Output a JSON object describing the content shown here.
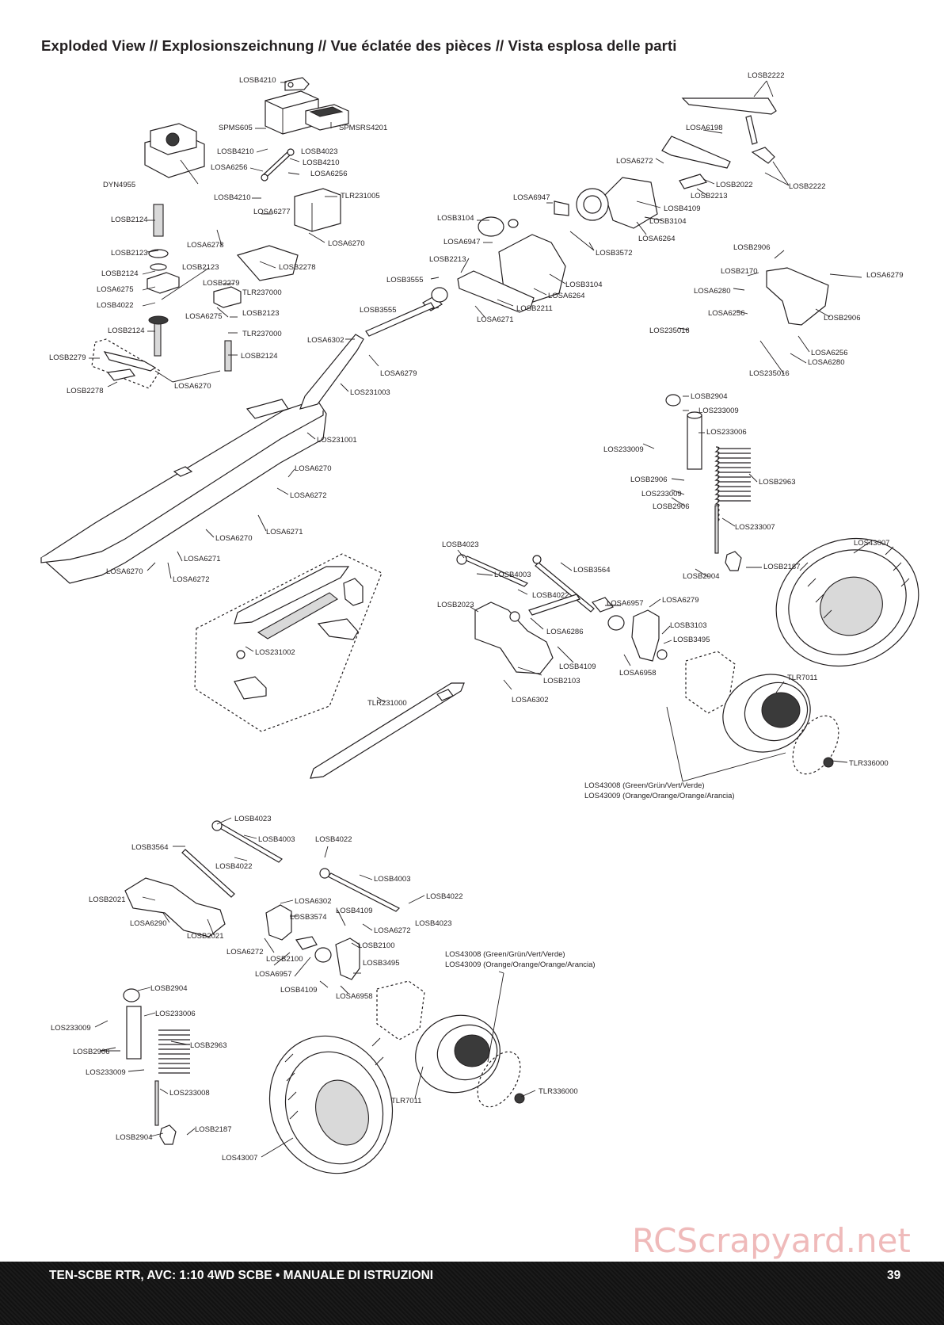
{
  "title": "Exploded View // Explosionszeichnung // Vue éclatée des pièces // Vista esplosa delle parti",
  "footer": {
    "manual_title": "TEN-SCBE RTR, AVC: 1:10 4WD SCBE • MANUALE DI ISTRUZIONI",
    "page_number": "39"
  },
  "watermark": "RCScrapyard.net",
  "labels": {
    "losb4210_a": "LOSB4210",
    "spms605": "SPMS605",
    "spmsrs4201": "SPMSRS4201",
    "losb4210_b": "LOSB4210",
    "losa6256_a": "LOSA6256",
    "losb4023_a": "LOSB4023",
    "losb4210_c": "LOSB4210",
    "losa6256_b": "LOSA6256",
    "dyn4955": "DYN4955",
    "losb4210_d": "LOSB4210",
    "tlr231005": "TLR231005",
    "losa6277": "LOSA6277",
    "losb2124_a": "LOSB2124",
    "losa6278": "LOSA6278",
    "losa6270_a": "LOSA6270",
    "losb2123_a": "LOSB2123",
    "losb2278_a": "LOSB2278",
    "losb2123_b": "LOSB2123",
    "losb2124_b": "LOSB2124",
    "losb2279_a": "LOSB2279",
    "losa6275_a": "LOSA6275",
    "tlr237000_a": "TLR237000",
    "losb4022_a": "LOSB4022",
    "losa6275_b": "LOSA6275",
    "losb2123_c": "LOSB2123",
    "losb2124_c": "LOSB2124",
    "tlr237000_b": "TLR237000",
    "losb2124_d": "LOSB2124",
    "losb2279_b": "LOSB2279",
    "losb2278_b": "LOSB2278",
    "losa6270_b": "LOSA6270",
    "losb2222_a": "LOSB2222",
    "losa6198": "LOSA6198",
    "losa6272_a": "LOSA6272",
    "losb2022": "LOSB2022",
    "losb2222_b": "LOSB2222",
    "losb2213_a": "LOSB2213",
    "losa6947_a": "LOSA6947",
    "losb4109_a": "LOSB4109",
    "losb3104_a": "LOSB3104",
    "losb3104_b": "LOSB3104",
    "losa6264_a": "LOSA6264",
    "losa6947_b": "LOSA6947",
    "losb3572": "LOSB3572",
    "losb2213_b": "LOSB2213",
    "losb3104_c": "LOSB3104",
    "losa6264_b": "LOSA6264",
    "losb3555_a": "LOSB3555",
    "losb2211": "LOSB2211",
    "losb3555_b": "LOSB3555",
    "losa6271_a": "LOSA6271",
    "losa6302_a": "LOSA6302",
    "losa6279_a": "LOSA6279",
    "los231003": "LOS231003",
    "los231001": "LOS231001",
    "losb2906_a": "LOSB2906",
    "losb2170": "LOSB2170",
    "losa6279_b": "LOSA6279",
    "losa6280_a": "LOSA6280",
    "losa6256_c": "LOSA6256",
    "losb2906_b": "LOSB2906",
    "los235016_a": "LOS235016",
    "losa6256_d": "LOSA6256",
    "losa6280_b": "LOSA6280",
    "los235016_b": "LOS235016",
    "losa6270_c": "LOSA6270",
    "losa6272_b": "LOSA6272",
    "losa6270_d": "LOSA6270",
    "losa6271_b": "LOSA6271",
    "losa6271_c": "LOSA6271",
    "losa6270_e": "LOSA6270",
    "losa6272_c": "LOSA6272",
    "los231002": "LOS231002",
    "tlr231000": "TLR231000",
    "losb2904_a": "LOSB2904",
    "los233009_a": "LOS233009",
    "los233009_b": "LOS233009",
    "los233006_a": "LOS233006",
    "losb2906_c": "LOSB2906",
    "losb2963_a": "LOSB2963",
    "los233009_c": "LOS233009",
    "losb2906_d": "LOSB2906",
    "los233007": "LOS233007",
    "losb2904_b": "LOSB2904",
    "losb2187_a": "LOSB2187",
    "los43007_a": "LOS43007",
    "losb4023_b": "LOSB4023",
    "losb4003_a": "LOSB4003",
    "losb3564_a": "LOSB3564",
    "losb4022_b": "LOSB4022",
    "losb2023": "LOSB2023",
    "losa6957_a": "LOSA6957",
    "losa6279_c": "LOSA6279",
    "losa6286": "LOSA6286",
    "losb3103": "LOSB3103",
    "losb3495_a": "LOSB3495",
    "losb4109_b": "LOSB4109",
    "losb2103": "LOSB2103",
    "losa6958_a": "LOSA6958",
    "tlr7011_a": "TLR7011",
    "losa6302_b": "LOSA6302",
    "tlr336000_a": "TLR336000",
    "los43008_a": "LOS43008 (Green/Grün/Vert/Verde)",
    "los43009_a": "LOS43009 (Orange/Orange/Orange/Arancia)",
    "losb4023_c": "LOSB4023",
    "losb4003_b": "LOSB4003",
    "losb3564_b": "LOSB3564",
    "losb4022_c": "LOSB4022",
    "losb4022_d": "LOSB4022",
    "losb4003_c": "LOSB4003",
    "losb2021_a": "LOSB2021",
    "losa6302_c": "LOSA6302",
    "losb4022_e": "LOSB4022",
    "losb3574": "LOSB3574",
    "losb4109_c": "LOSB4109",
    "losb4023_d": "LOSB4023",
    "losa6290": "LOSA6290",
    "losb2021_b": "LOSB2021",
    "losa6272_d": "LOSA6272",
    "losb2100_a": "LOSB2100",
    "losb2100_b": "LOSB2100",
    "losa6957_b": "LOSA6957",
    "losb3495_b": "LOSB3495",
    "losb4109_d": "LOSB4109",
    "losa6958_b": "LOSA6958",
    "los43008_b": "LOS43008 (Green/Grün/Vert/Verde)",
    "los43009_b": "LOS43009 (Orange/Orange/Orange/Arancia)",
    "losb2904_c": "LOSB2904",
    "los233006_b": "LOS233006",
    "los233009_d": "LOS233009",
    "losb2906_e": "LOSB2906",
    "losb2963_b": "LOSB2963",
    "los233009_e": "LOS233009",
    "los233008": "LOS233008",
    "losb2187_b": "LOSB2187",
    "losb2904_d": "LOSB2904",
    "los43007_b": "LOS43007",
    "tlr7011_b": "TLR7011",
    "tlr336000_b": "TLR336000"
  }
}
